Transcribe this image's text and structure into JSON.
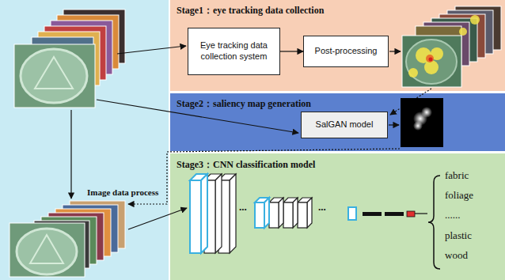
{
  "diagram": {
    "nodes": [
      {
        "text": [
          "Image data process"
        ]
      },
      {
        "text": [
          "Stage1：eye tracking data collection"
        ]
      },
      {
        "text": [
          "Eye tracking data collection system"
        ],
        "in": 1
      },
      {
        "text": [
          "Post-processing"
        ],
        "in": 1
      },
      {
        "text": [
          "Stage2：saliency map generation"
        ]
      },
      {
        "text": [
          "SalGAN model"
        ],
        "in": 4
      },
      {
        "text": [
          "Stage3：CNN classification model"
        ]
      }
    ],
    "edges": [
      {
        "from": 2,
        "to": 3,
        "arrow": "to"
      }
    ],
    "labels": [
      "...",
      "...",
      "fabric",
      "foliage",
      "......",
      "plastic",
      "wood"
    ]
  }
}
